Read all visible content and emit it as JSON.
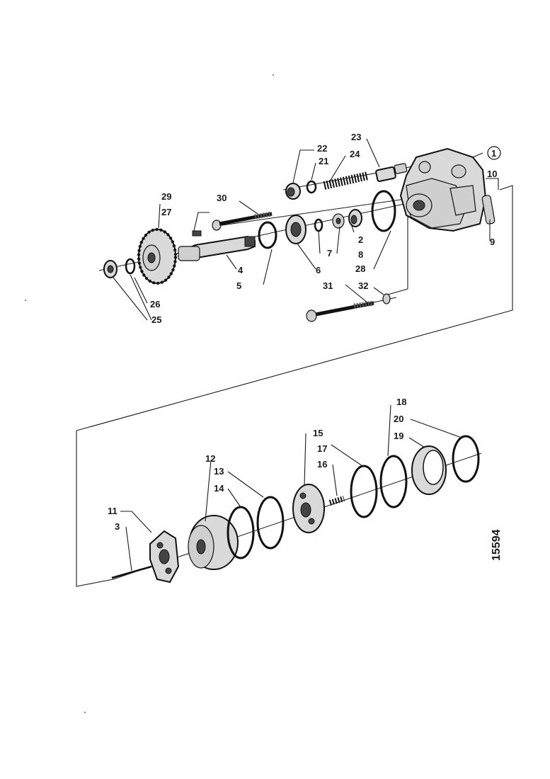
{
  "figure_number": "15594",
  "callouts": {
    "c1": "1",
    "c2": "2",
    "c3": "3",
    "c4": "4",
    "c5": "5",
    "c6": "6",
    "c7": "7",
    "c8": "8",
    "c9": "9",
    "c10": "10",
    "c11": "11",
    "c12": "12",
    "c13": "13",
    "c14": "14",
    "c15": "15",
    "c16": "16",
    "c17": "17",
    "c18": "18",
    "c19": "19",
    "c20": "20",
    "c21": "21",
    "c22": "22",
    "c23": "23",
    "c24": "24",
    "c25": "25",
    "c26": "26",
    "c27": "27",
    "c28": "28",
    "c29": "29",
    "c30": "30",
    "c31": "31",
    "c32": "32"
  }
}
